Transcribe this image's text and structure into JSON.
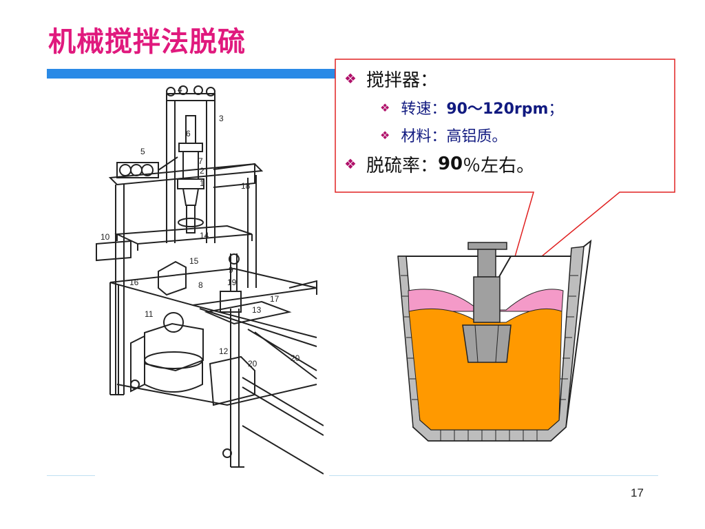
{
  "slide": {
    "title": "机械搅拌法脱硫",
    "page_number": "17"
  },
  "callout": {
    "items": [
      {
        "level": 1,
        "text": "搅拌器："
      },
      {
        "level": 2,
        "label": "转速：",
        "value": "90～120rpm",
        "suffix": "；"
      },
      {
        "level": 2,
        "label": "材料：",
        "value": "高铝质。"
      },
      {
        "level": 1,
        "label": "脱硫率：",
        "value": "90",
        "suffix": "％左右。"
      }
    ],
    "bullet_icon": "diamond-cluster-icon"
  },
  "diagram": {
    "part_labels": [
      "4",
      "3",
      "6",
      "5",
      "7",
      "2",
      "1",
      "18",
      "14",
      "10",
      "9",
      "15",
      "8",
      "19",
      "16",
      "17",
      "13",
      "11",
      "12",
      "20"
    ]
  },
  "colors": {
    "title": "#e0197d",
    "accent_bar": "#2a8ae6",
    "bullet": "#b0116a",
    "sub_text": "#111a80",
    "callout_border": "#e02020",
    "slag": "#f49ac8",
    "molten_iron": "#ff9900",
    "stirrer": "#a0a0a0"
  }
}
